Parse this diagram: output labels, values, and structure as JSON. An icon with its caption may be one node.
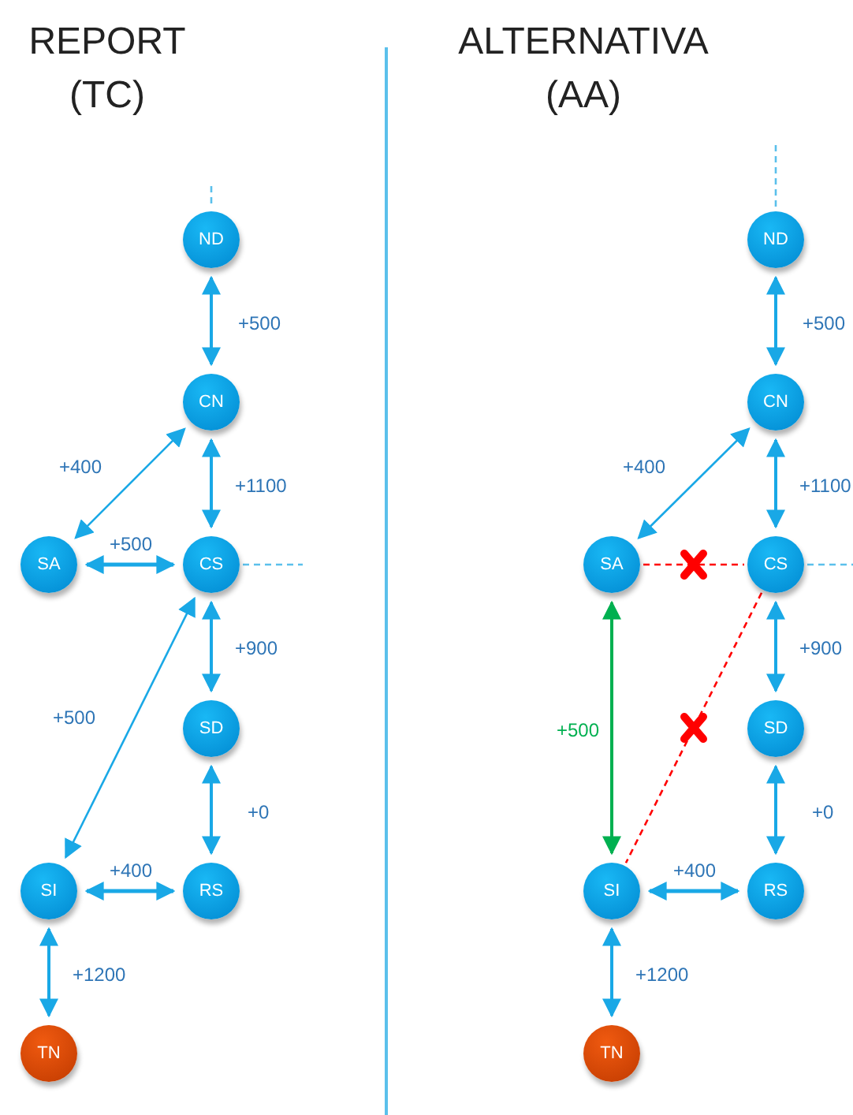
{
  "diagram": {
    "nodes": [
      {
        "text": [
          "ND"
        ]
      },
      {
        "text": [
          "CN"
        ]
      },
      {
        "text": [
          "SA"
        ]
      },
      {
        "text": [
          "CS"
        ]
      },
      {
        "text": [
          "SD"
        ]
      },
      {
        "text": [
          "SI"
        ]
      },
      {
        "text": [
          "RS"
        ]
      },
      {
        "text": [
          "TN"
        ]
      },
      {
        "text": [
          "ND"
        ]
      },
      {
        "text": [
          "CN"
        ]
      },
      {
        "text": [
          "SA"
        ]
      },
      {
        "text": [
          "CS"
        ]
      },
      {
        "text": [
          "SD"
        ]
      },
      {
        "text": [
          "SI"
        ]
      },
      {
        "text": [
          "RS"
        ]
      },
      {
        "text": [
          "TN"
        ]
      }
    ],
    "edges": [
      {
        "from": 0,
        "to": 1,
        "arrow": "both",
        "label": "+500"
      },
      {
        "from": 1,
        "to": 2,
        "arrow": "both",
        "label": "+400"
      },
      {
        "from": 1,
        "to": 3,
        "arrow": "both",
        "label": "+1100"
      },
      {
        "from": 2,
        "to": 3,
        "arrow": "both",
        "label": "+500"
      },
      {
        "from": 3,
        "to": 4,
        "arrow": "both",
        "label": "+900"
      },
      {
        "from": 3,
        "to": 5,
        "arrow": "both",
        "label": "+500"
      },
      {
        "from": 4,
        "to": 6,
        "arrow": "both",
        "label": "+0"
      },
      {
        "from": 5,
        "to": 6,
        "arrow": "both",
        "label": "+400"
      },
      {
        "from": 5,
        "to": 7,
        "arrow": "both",
        "label": "+1200"
      },
      {
        "from": null,
        "to": 0,
        "arrow": "none",
        "style": "dashed"
      },
      {
        "from": 3,
        "to": null,
        "arrow": "none",
        "style": "dashed"
      },
      {
        "from": 8,
        "to": 9,
        "arrow": "both",
        "label": "+500"
      },
      {
        "from": 9,
        "to": 10,
        "arrow": "both",
        "label": "+400"
      },
      {
        "from": 9,
        "to": 11,
        "arrow": "both",
        "label": "+1100"
      },
      {
        "from": 10,
        "to": 11,
        "arrow": "none",
        "style": "dashed",
        "color": "#ff0000"
      },
      {
        "from": 11,
        "to": 12,
        "arrow": "both",
        "label": "+900"
      },
      {
        "from": 11,
        "to": 13,
        "arrow": "none",
        "style": "dashed",
        "color": "#ff0000"
      },
      {
        "from": 10,
        "to": 13,
        "arrow": "both",
        "label": "+500",
        "color": "#00b050"
      },
      {
        "from": 12,
        "to": 14,
        "arrow": "both",
        "label": "+0"
      },
      {
        "from": 13,
        "to": 14,
        "arrow": "both",
        "label": "+400"
      },
      {
        "from": 13,
        "to": 15,
        "arrow": "both",
        "label": "+1200"
      },
      {
        "from": null,
        "to": 8,
        "arrow": "none",
        "style": "dashed"
      },
      {
        "from": 11,
        "to": null,
        "arrow": "none",
        "style": "dashed"
      }
    ],
    "labels": [
      "REPORT (TC)",
      "ALTERNATIVA (AA)"
    ]
  }
}
